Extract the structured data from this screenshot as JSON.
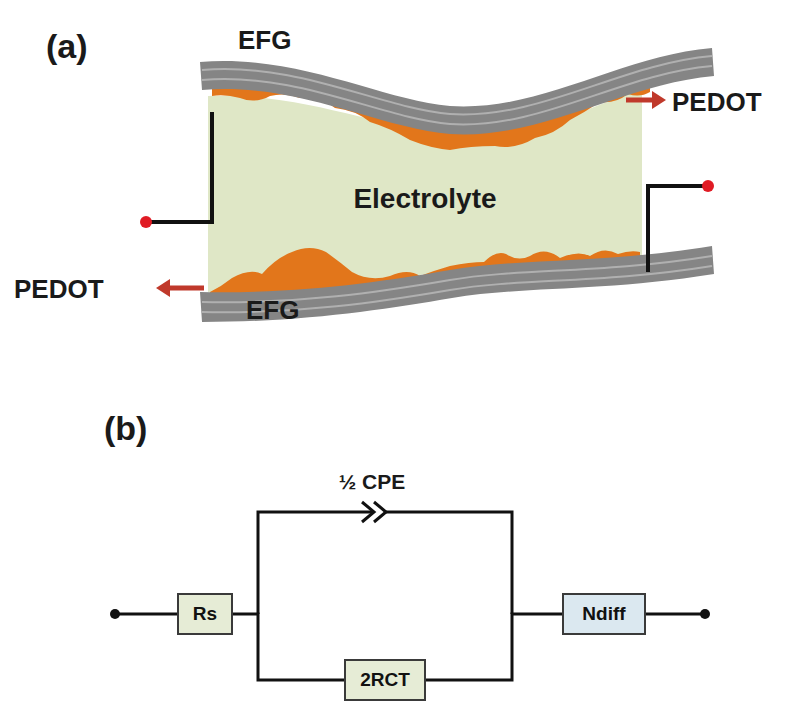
{
  "diagram": {
    "nodes": [
      {
        "text": [
          "Rs"
        ]
      },
      {
        "text": [
          "2RCT"
        ]
      },
      {
        "text": [
          "Ndiff"
        ]
      }
    ],
    "edges": [
      {
        "from": 0,
        "to": 1,
        "arrow": "none"
      },
      {
        "from": 1,
        "to": 2,
        "arrow": "none"
      }
    ],
    "labels": [
      "(a)",
      "EFG",
      "PEDOT",
      "Electrolyte",
      "PEDOT",
      "EFG",
      "(b)",
      "½ CPE"
    ]
  }
}
